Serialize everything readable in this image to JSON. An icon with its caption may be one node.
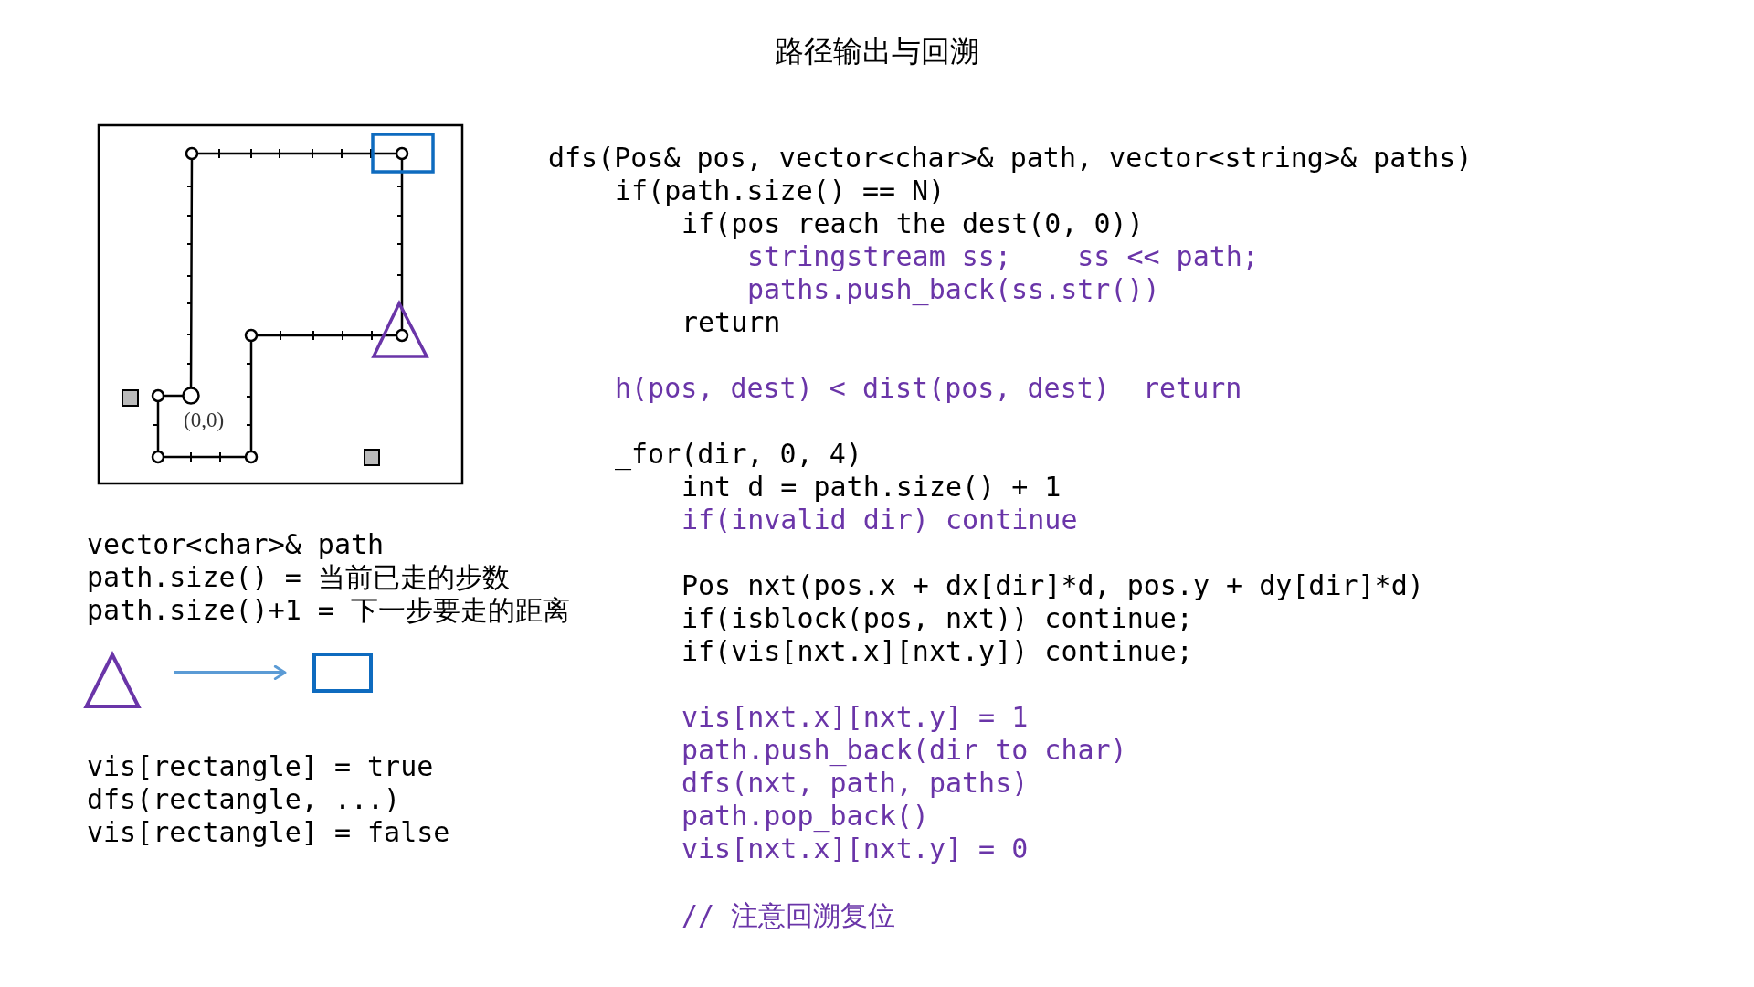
{
  "diagram": {
    "title": "路径输出与回溯",
    "nodes": [
      {
        "text": [],
        "shape": "triangle"
      },
      {
        "text": [],
        "shape": "box"
      }
    ],
    "edges": [
      {
        "from": 0,
        "to": 1,
        "arrow": "to"
      }
    ],
    "labels": [
      "(0,0)",
      "vector<char>& path",
      "path.size() = 当前已走的步数",
      "path.size()+1 = 下一步要走的距离",
      "vis[rectangle] = true",
      "dfs(rectangle, ...)",
      "vis[rectangle] = false",
      "dfs(Pos& pos, vector<char>& path, vector<string>& paths)",
      "if(path.size() == N)",
      "if(pos reach the dest(0, 0))",
      "stringstream ss;    ss << path;",
      "paths.push_back(ss.str())",
      "return",
      "h(pos, dest) < dist(pos, dest)  return",
      "_for(dir, 0, 4)",
      "int d = path.size() + 1",
      "if(invalid dir) continue",
      "Pos nxt(pos.x + dx[dir]*d, pos.y + dy[dir]*d)",
      "if(isblock(pos, nxt)) continue;",
      "if(vis[nxt.x][nxt.y]) continue;",
      "vis[nxt.x][nxt.y] = 1",
      "path.push_back(dir to char)",
      "dfs(nxt, path, paths)",
      "path.pop_back()",
      "vis[nxt.x][nxt.y] = 0",
      "// 注意回溯复位"
    ]
  }
}
